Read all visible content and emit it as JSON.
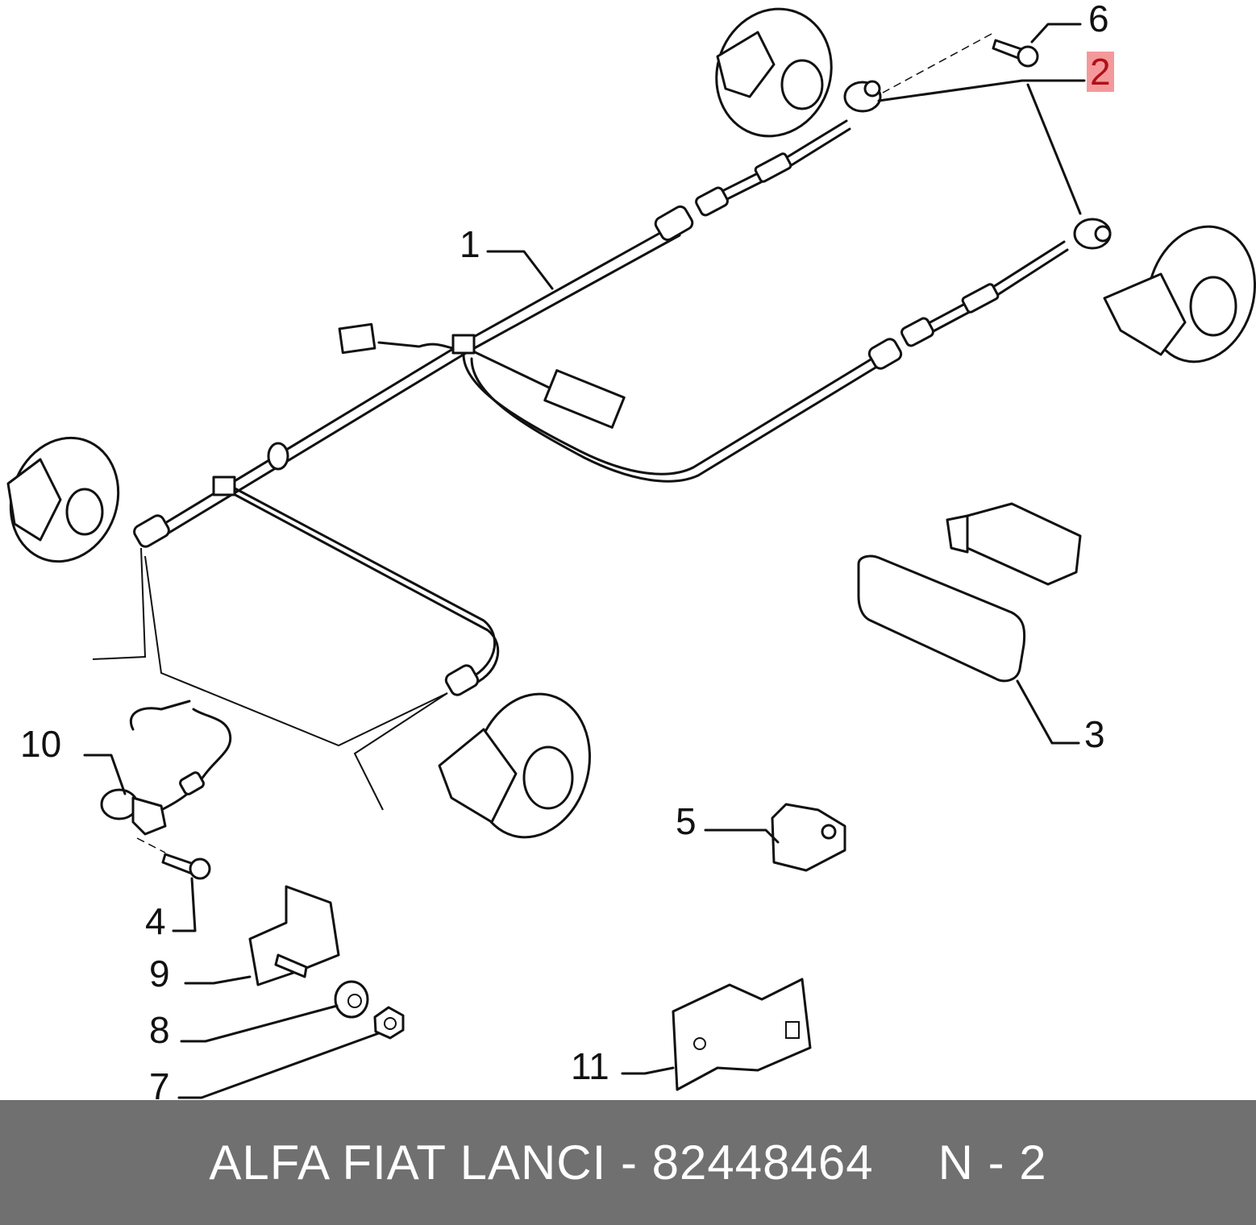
{
  "callouts": {
    "c1": "1",
    "c2": "2",
    "c3": "3",
    "c4": "4",
    "c5": "5",
    "c6": "6",
    "c7": "7",
    "c8": "8",
    "c9": "9",
    "c10": "10",
    "c11": "11"
  },
  "highlight_color": "#f4999b",
  "footer": {
    "brand": "ALFA FIAT LANCI - 82448464",
    "code": "N - 2"
  }
}
